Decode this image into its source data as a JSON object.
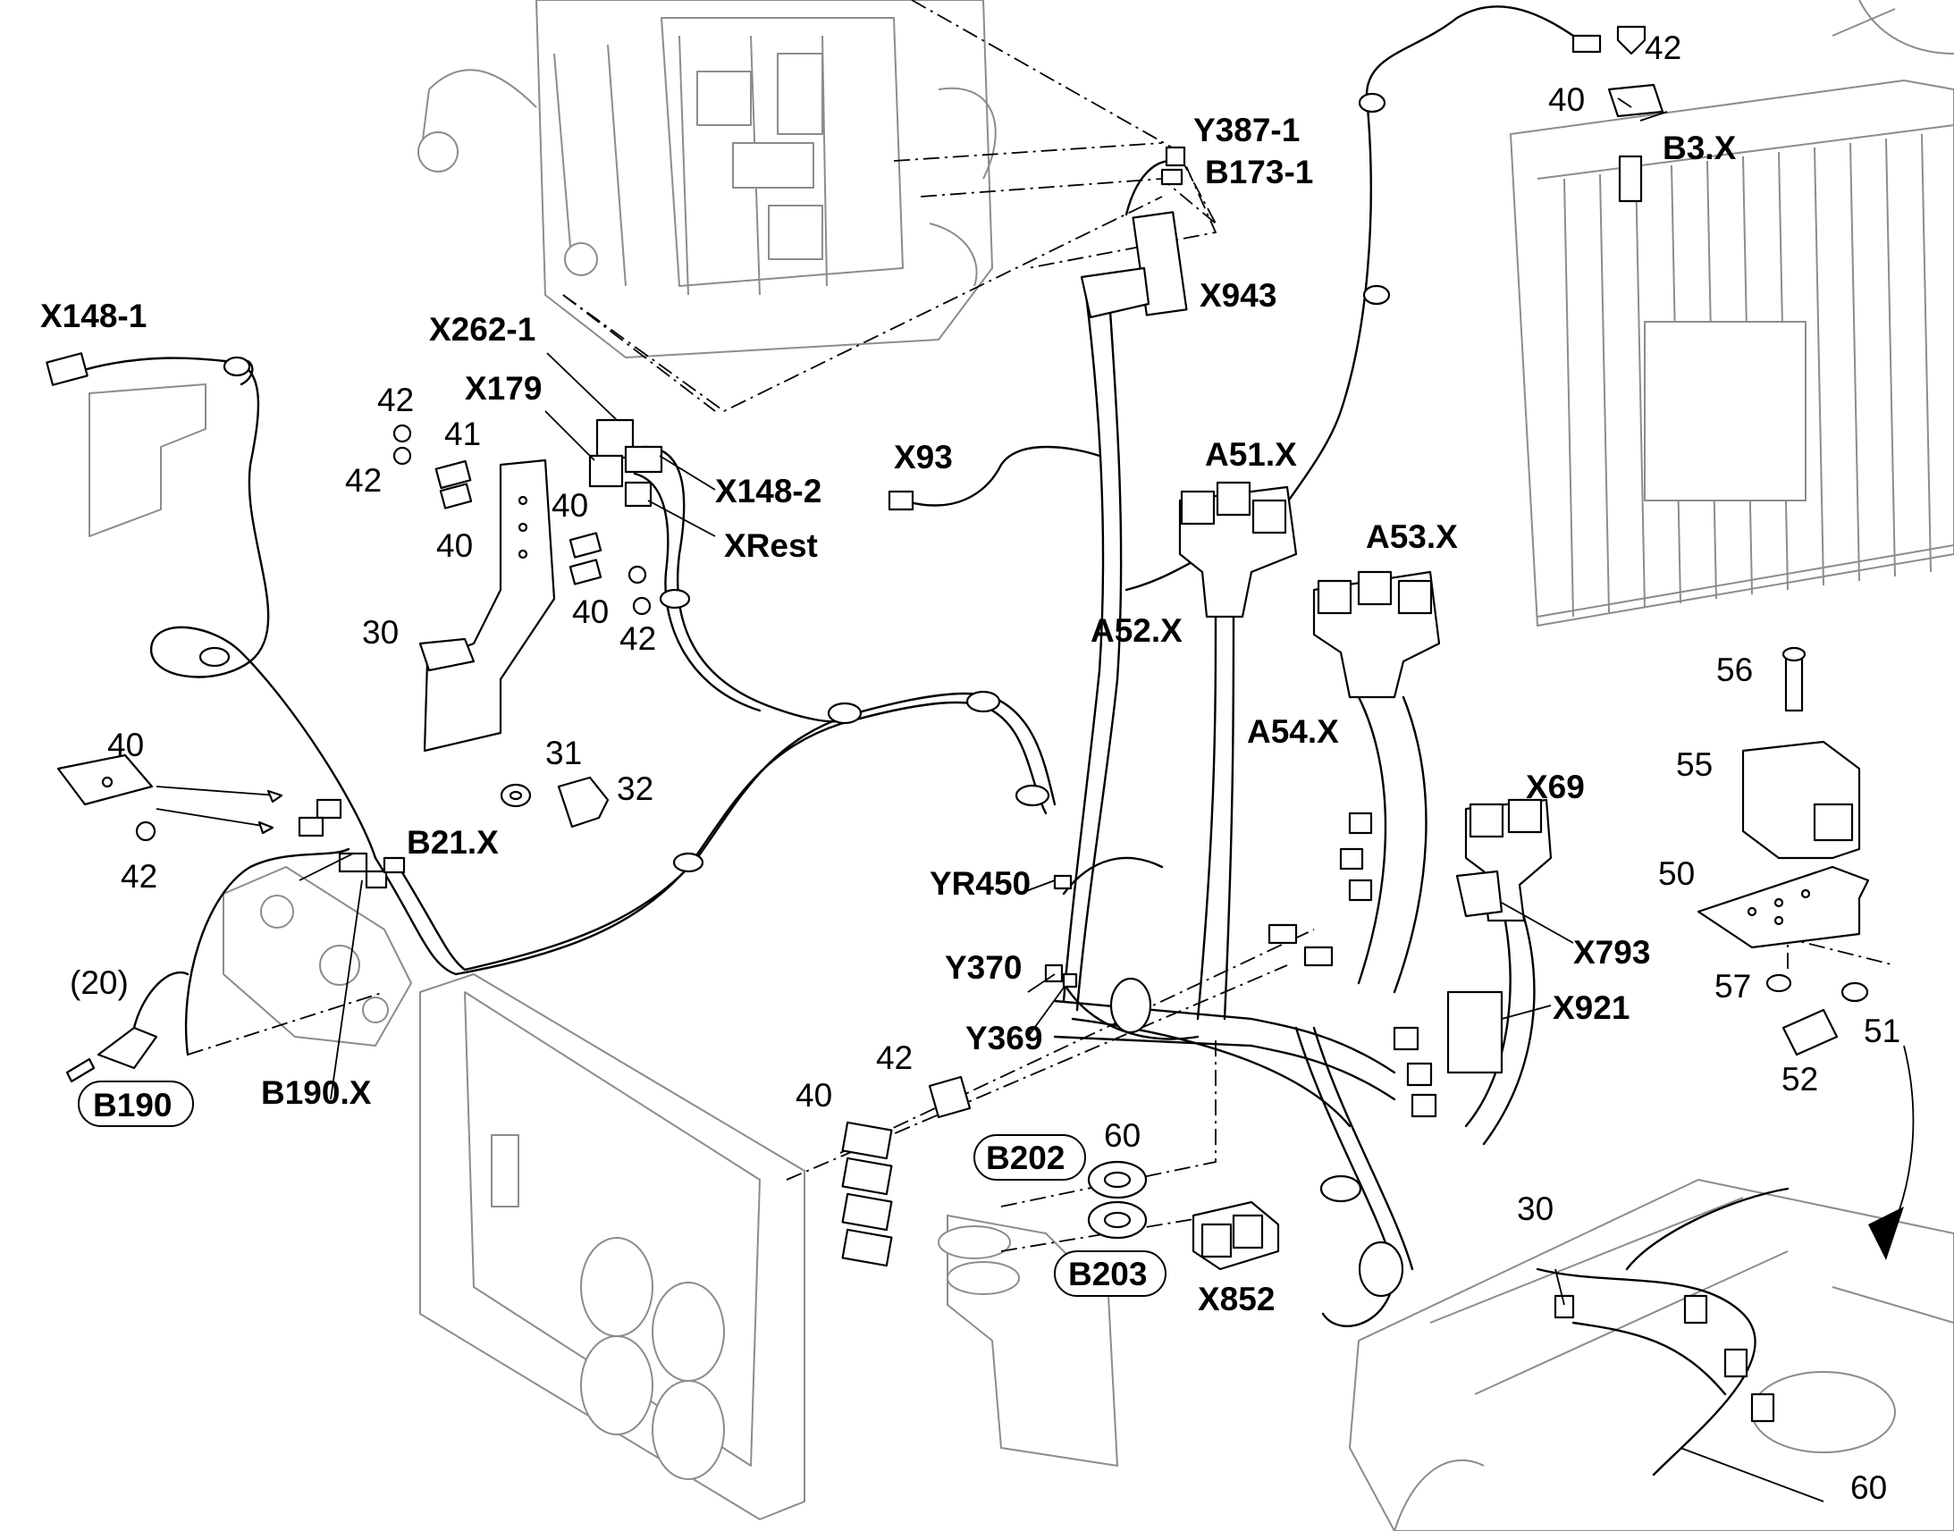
{
  "labels": {
    "x148_1": "X148-1",
    "x262_1": "X262-1",
    "x179": "X179",
    "x148_2": "X148-2",
    "xrest": "XRest",
    "x93": "X93",
    "y387_1": "Y387-1",
    "b173_1": "B173-1",
    "x943": "X943",
    "a51": "A51.X",
    "a52": "A52.X",
    "a53": "A53.X",
    "a54": "A54.X",
    "b3": "B3.X",
    "b21": "B21.X",
    "yr450": "YR450",
    "y370": "Y370",
    "y369": "Y369",
    "x69": "X69",
    "x793": "X793",
    "x921": "X921",
    "x852": "X852",
    "b190": "B190",
    "b190x": "B190.X",
    "b202": "B202",
    "b203": "B203",
    "ref20": "(20)"
  },
  "numbers": {
    "n42_top": "42",
    "n40_top": "40",
    "n42_a": "42",
    "n41": "41",
    "n42_b": "42",
    "n40_a": "40",
    "n40_b": "40",
    "n40_c": "40",
    "n42_c": "42",
    "n30": "30",
    "n31": "31",
    "n32": "32",
    "n40_d": "40",
    "n42_d": "42",
    "n42_e": "42",
    "n40_e": "40",
    "n60_a": "60",
    "n56": "56",
    "n55": "55",
    "n50": "50",
    "n57": "57",
    "n51": "51",
    "n52": "52",
    "n30_b": "30",
    "n60_b": "60"
  }
}
